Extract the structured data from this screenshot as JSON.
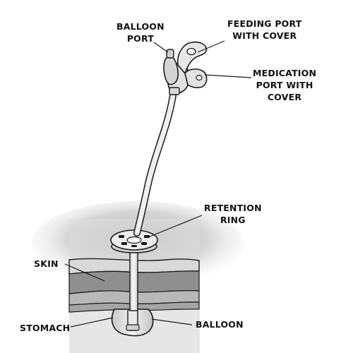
{
  "labels": {
    "balloon_port": [
      "BALLOON",
      "PORT"
    ],
    "feeding_port": [
      "FEEDING PORT",
      "WITH COVER"
    ],
    "medication_port": [
      "MEDICATION",
      "PORT WITH",
      "COVER"
    ],
    "retention_ring": [
      "RETENTION",
      "RING"
    ],
    "skin": "SKIN",
    "stomach": "STOMACH",
    "balloon": "BALLOON"
  },
  "colors": {
    "outline": "#1a1a1a",
    "tube_fill": "#ececec",
    "skin_top": "#d8d8d8",
    "skin_mid": "#8e8e8e",
    "skin_low": "#bdbdbd",
    "balloon_fill": "#e6e6e6",
    "shadow": "#cfcfcf"
  }
}
